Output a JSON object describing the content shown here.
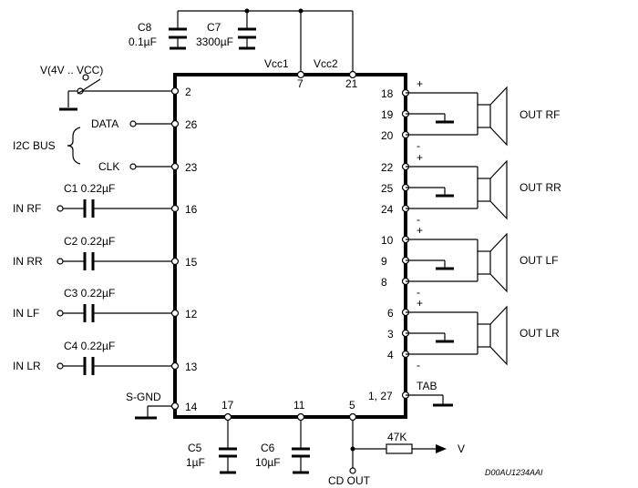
{
  "caps_top": {
    "c8_name": "C8",
    "c8_value": "0.1µF",
    "c7_name": "C7",
    "c7_value": "3300µF"
  },
  "supply": {
    "vcc1": "Vcc1",
    "vcc2": "Vcc2",
    "pin_vcc1": "7",
    "pin_vcc2": "21",
    "switch_label": "V(4V .. VCC)"
  },
  "i2c": {
    "bus_label": "I2C BUS",
    "data_label": "DATA",
    "data_pin": "26",
    "clk_label": "CLK",
    "clk_pin": "23"
  },
  "left_pins": {
    "supply_pin": "2",
    "sgnd_label": "S-GND",
    "sgnd_pin": "14"
  },
  "inputs": [
    {
      "label": "IN RF",
      "cap": "C1 0.22µF",
      "pin": "16"
    },
    {
      "label": "IN RR",
      "cap": "C2 0.22µF",
      "pin": "15"
    },
    {
      "label": "IN LF",
      "cap": "C3 0.22µF",
      "pin": "12"
    },
    {
      "label": "IN LR",
      "cap": "C4 0.22µF",
      "pin": "13"
    }
  ],
  "outputs": [
    {
      "label": "OUT RF",
      "pins": [
        "18",
        "19",
        "20"
      ]
    },
    {
      "label": "OUT RR",
      "pins": [
        "22",
        "25",
        "24"
      ]
    },
    {
      "label": "OUT LF",
      "pins": [
        "10",
        "9",
        "8"
      ]
    },
    {
      "label": "OUT LR",
      "pins": [
        "6",
        "3",
        "4"
      ]
    }
  ],
  "polarity": {
    "plus": "+",
    "minus": "-"
  },
  "tab": {
    "label": "TAB",
    "pin": "1, 27"
  },
  "bottom": {
    "pin17": "17",
    "pin11": "11",
    "pin5": "5",
    "c5_name": "C5",
    "c5_value": "1µF",
    "c6_name": "C6",
    "c6_value": "10µF",
    "resistor": "47K",
    "v_label": "V",
    "cd_out": "CD OUT"
  },
  "code": "D00AU1234AAI"
}
